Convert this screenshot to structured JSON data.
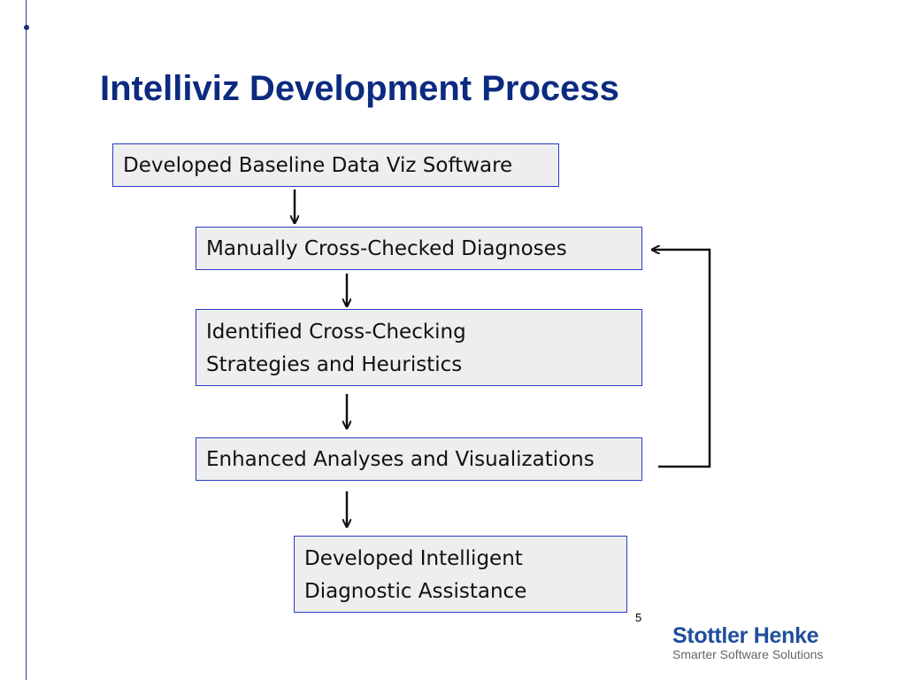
{
  "slide": {
    "title": "Intelliviz Development Process",
    "page_number": "5"
  },
  "flow": {
    "steps": [
      "Developed Baseline Data Viz Software",
      "Manually Cross-Checked  Diagnoses",
      "Identified Cross-Checking\nStrategies and Heuristics",
      "Enhanced Analyses and Visualizations",
      "Developed  Intelligent\nDiagnostic Assistance"
    ]
  },
  "logo": {
    "name": "Stottler Henke",
    "tagline": "Smarter Software Solutions"
  },
  "colors": {
    "title": "#0c2a80",
    "box_border": "#2b3bc4",
    "box_fill": "#eeeeee",
    "logo": "#1f4e9c"
  }
}
